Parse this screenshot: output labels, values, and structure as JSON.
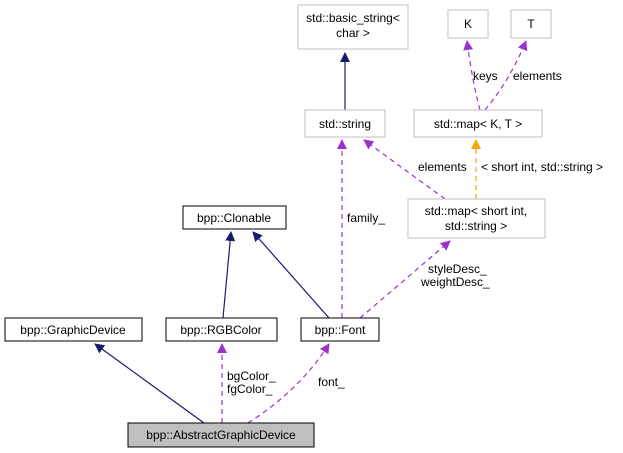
{
  "title": "bpp::AbstractGraphicDevice collaboration diagram",
  "colors": {
    "inheritance": "#191970",
    "usage": "#9a32cd",
    "template": "#ffa500",
    "focus_fill": "#bfbfbf",
    "documented_border": "#000000",
    "external_border": "#bfbfbf"
  },
  "nodes": {
    "abstract_graphic_device": {
      "label": "bpp::AbstractGraphicDevice"
    },
    "graphic_device": {
      "label": "bpp::GraphicDevice"
    },
    "rgb_color": {
      "label": "bpp::RGBColor"
    },
    "font": {
      "label": "bpp::Font"
    },
    "clonable": {
      "label": "bpp::Clonable"
    },
    "std_string": {
      "label": "std::string"
    },
    "basic_string": {
      "line1": "std::basic_string<",
      "line2": "char >"
    },
    "map_kt": {
      "label": "std::map< K, T >"
    },
    "k": {
      "label": "K"
    },
    "t": {
      "label": "T"
    },
    "map_short": {
      "line1": "std::map< short int,",
      "line2": "std::string >"
    }
  },
  "edges": {
    "colors_label1": "bgColor_",
    "colors_label2": "fgColor_",
    "font_label": "font_",
    "family_label": "family_",
    "desc_label1": "styleDesc_",
    "desc_label2": "weightDesc_",
    "elements_label": "elements",
    "template_label": "< short int, std::string >",
    "keys_label": "keys",
    "elements2_label": "elements"
  }
}
